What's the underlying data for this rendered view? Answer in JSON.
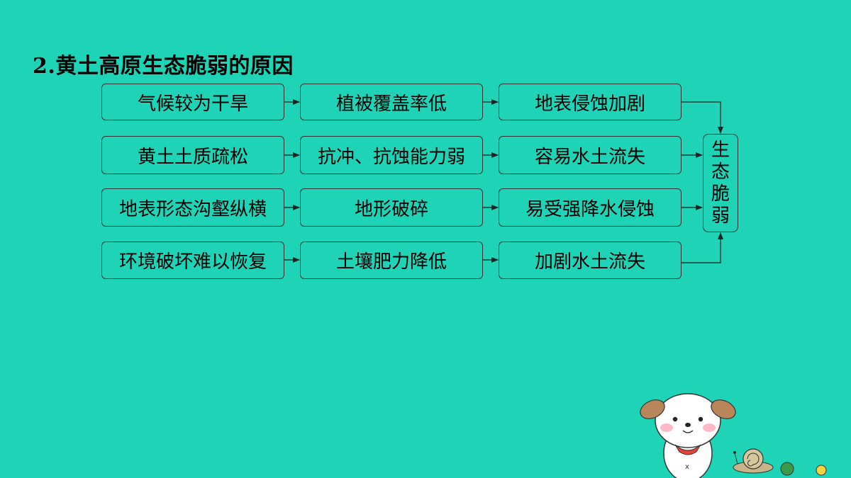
{
  "slide": {
    "title_number": "2",
    "title_text": ".黄土高原生态脆弱的原因"
  },
  "flow": {
    "rows": [
      {
        "cause": "气候较为干旱",
        "effect": "植被覆盖率低",
        "outcome": "地表侵蚀加剧"
      },
      {
        "cause": "黄土土质疏松",
        "effect": "抗冲、抗蚀能力弱",
        "outcome": "容易水土流失"
      },
      {
        "cause": "地表形态沟壑纵横",
        "effect": "地形破碎",
        "outcome": "易受强降水侵蚀"
      },
      {
        "cause": "环境破坏难以恢复",
        "effect": "土壤肥力降低",
        "outcome": "加剧水土流失"
      }
    ],
    "result_chars": [
      "生",
      "态",
      "脆",
      "弱"
    ]
  },
  "decoration": {
    "mascot_icon": "cartoon-puppy-icon",
    "snail_icon": "snail-icon",
    "colors": {
      "background": "#1fd3b6",
      "box_border": "#333333"
    }
  }
}
